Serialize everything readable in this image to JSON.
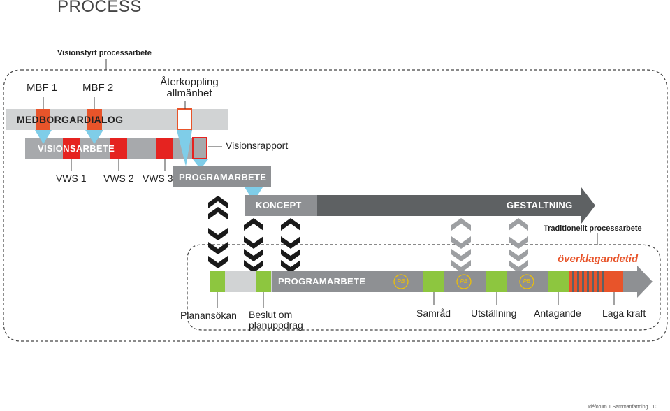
{
  "page": {
    "title": "PROCESS",
    "footer": "Idéforum 1 Sammanfattning | 10"
  },
  "vision_process": {
    "title": "Visionstyrt processarbete",
    "medborgardialog": "MEDBORGARDIALOG",
    "visionsarbete": "VISIONSARBETE",
    "programarbete": "PROGRAMARBETE",
    "mbf1": "MBF 1",
    "mbf2": "MBF 2",
    "aterkoppling_line1": "Återkoppling",
    "aterkoppling_line2": "allmänhet",
    "visionsrapport": "Visionsrapport",
    "vws1": "VWS 1",
    "vws2": "VWS 2",
    "vws3": "VWS 3"
  },
  "main_arrow": {
    "koncept": "KONCEPT",
    "gestaltning": "GESTALTNING"
  },
  "traditional_process": {
    "title": "Traditionellt processarbete",
    "overklagandetid": "överklagandetid",
    "programarbete": "PROGRAMARBETE",
    "pb_badge": "PB",
    "planansokan": "Planansökan",
    "beslut_line1": "Beslut om",
    "beslut_line2": "planuppdrag",
    "samrad": "Samråd",
    "utstallning": "Utställning",
    "antagande": "Antagande",
    "laga_kraft": "Laga kraft"
  },
  "colors": {
    "orange": "#e8542a",
    "red": "#e52320",
    "green": "#8dc63f",
    "light_blue": "#7fcde8",
    "dark_gray": "#5e6163",
    "mid_gray": "#8e9093",
    "light_gray": "#d1d3d4",
    "chevron_gray": "#9d9fa2",
    "pb_yellow": "#f2c200"
  }
}
